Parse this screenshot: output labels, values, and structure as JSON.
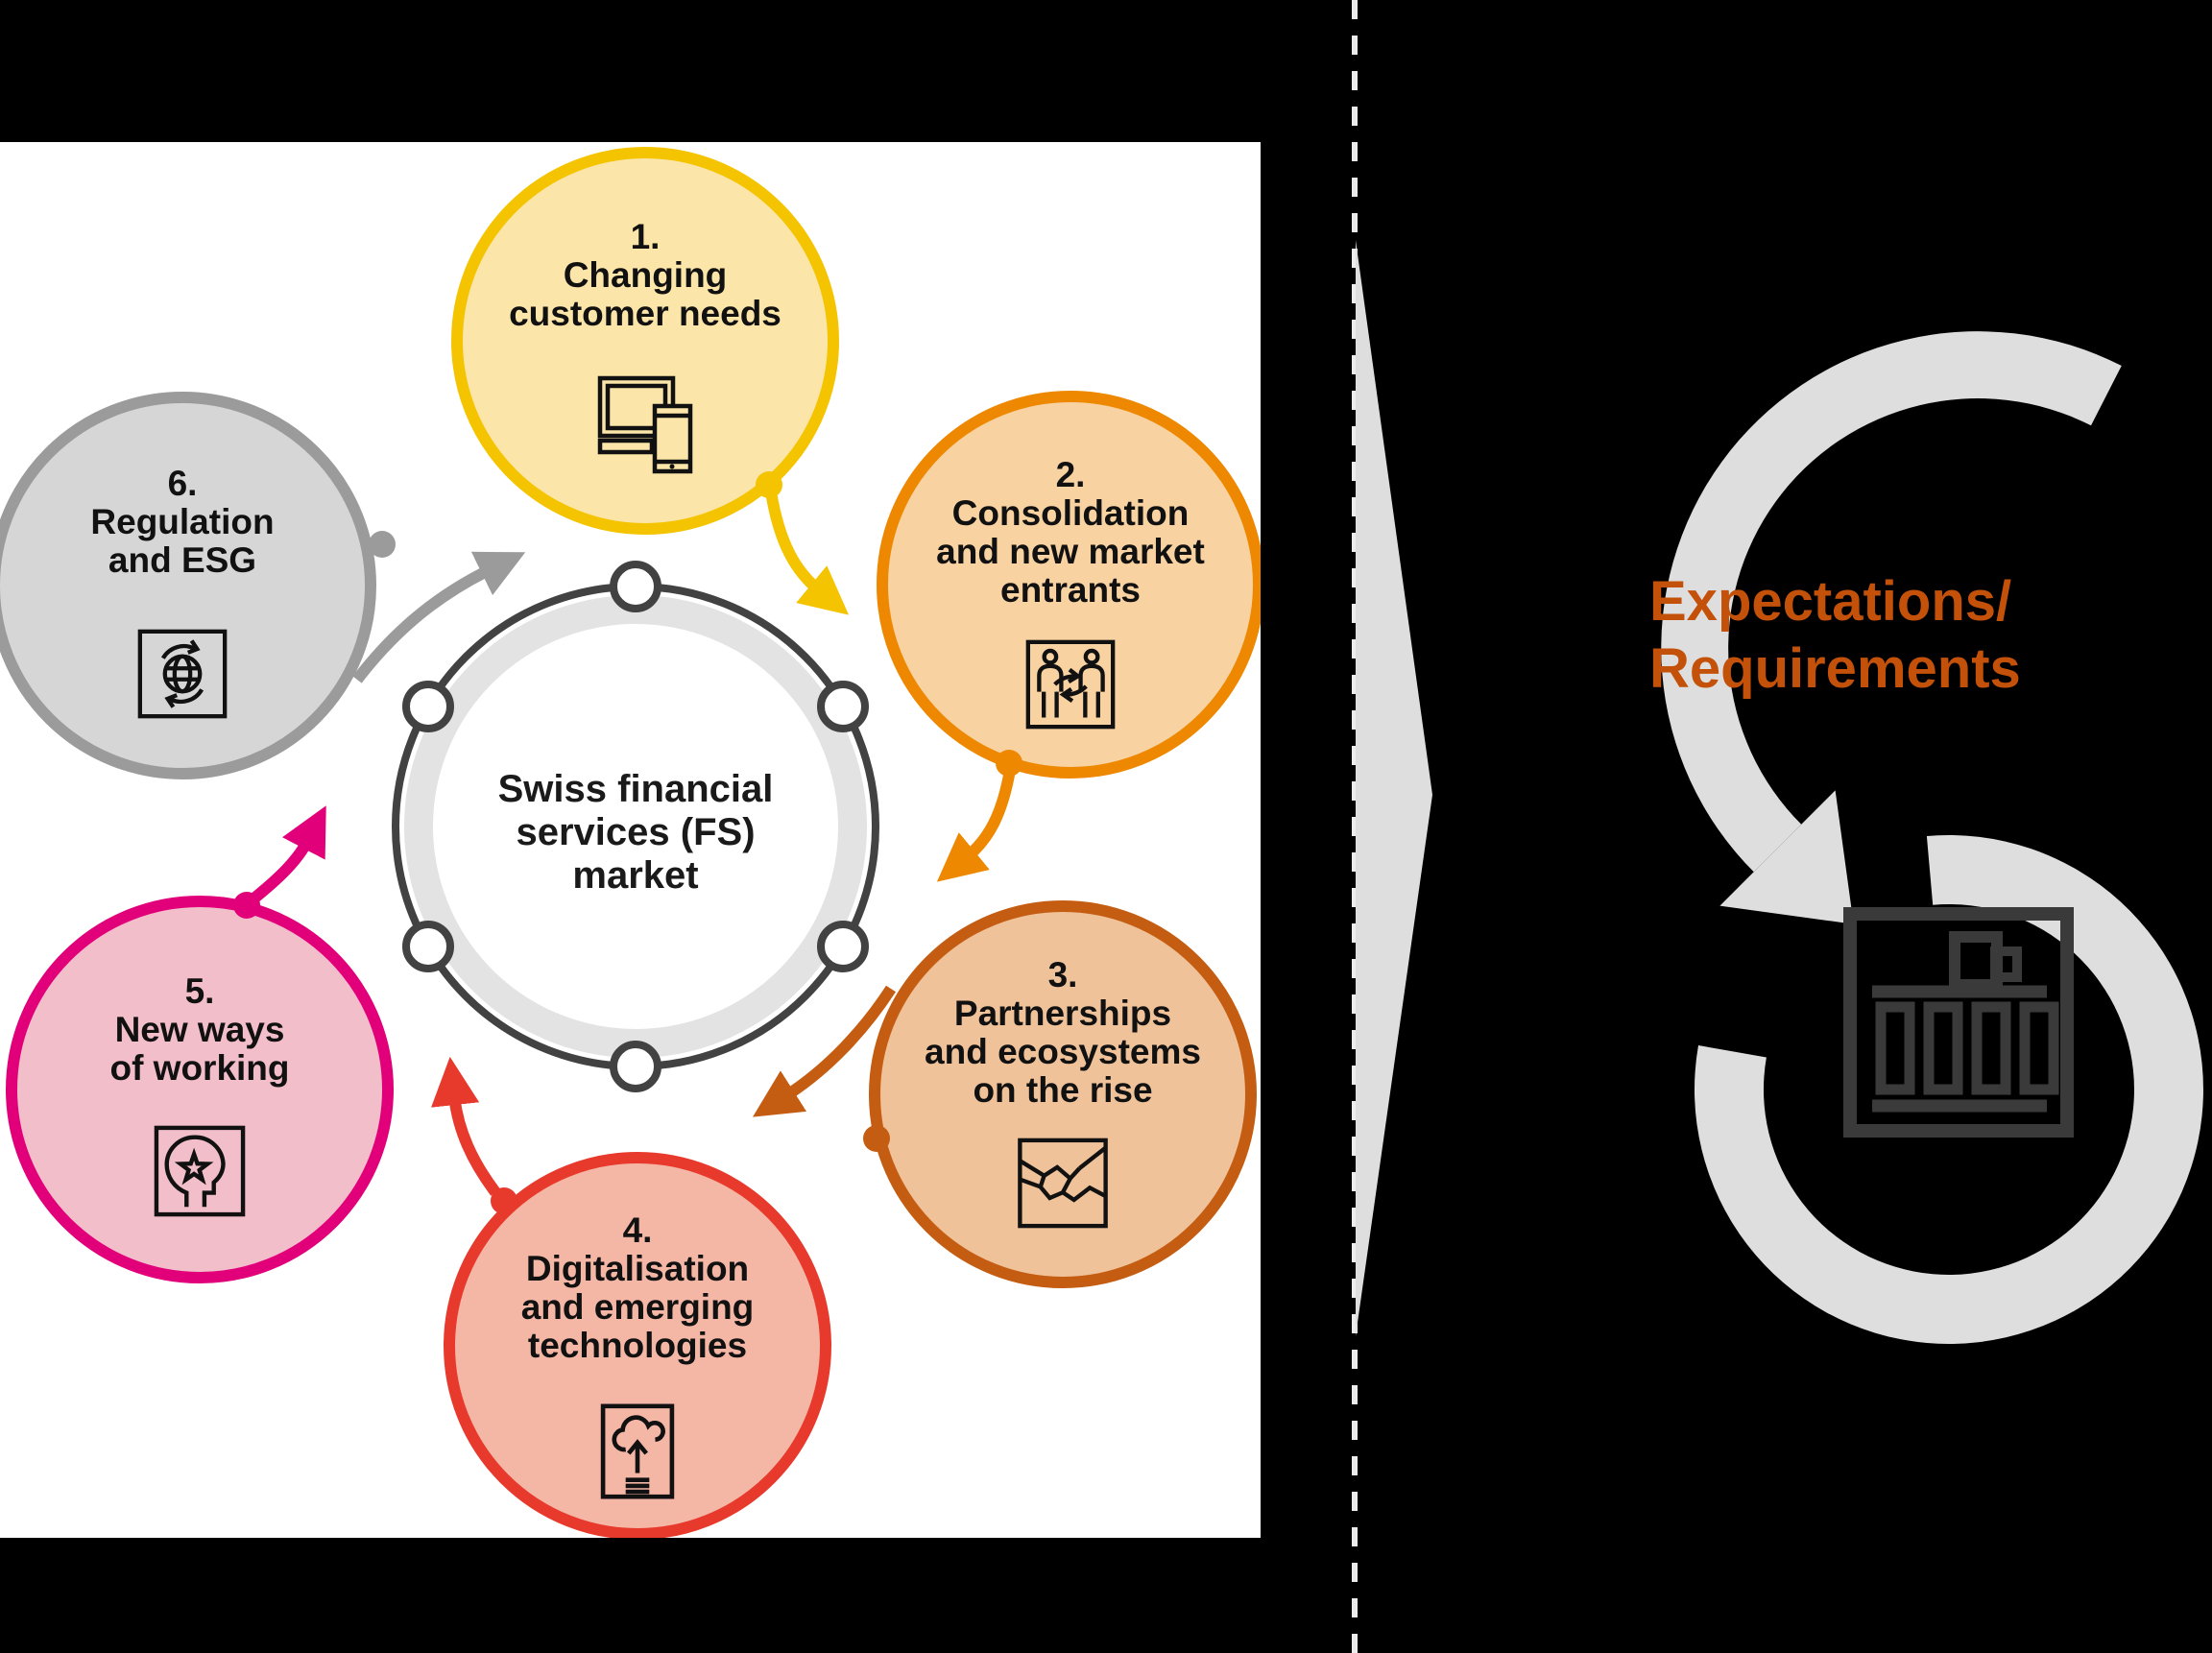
{
  "left_panel": {
    "hub": {
      "title_lines": [
        "Swiss financial",
        "services (FS)",
        "market"
      ],
      "ring_dark_color": "#424242",
      "ring_band_color": "#E3E3E3",
      "node_fill": "#FFFFFF"
    },
    "circles": [
      {
        "number": "1.",
        "label_lines": [
          "Changing",
          "customer needs"
        ],
        "fill": "#FBE5A8",
        "border": "#F5C400",
        "icon": "devices-icon"
      },
      {
        "number": "2.",
        "label_lines": [
          "Consolidation",
          "and new market",
          "entrants"
        ],
        "fill": "#F8D2A1",
        "border": "#EE8800",
        "icon": "people-exchange-icon"
      },
      {
        "number": "3.",
        "label_lines": [
          "Partnerships",
          "and ecosystems",
          "on the rise"
        ],
        "fill": "#EFC29A",
        "border": "#C45D12",
        "icon": "handshake-icon"
      },
      {
        "number": "4.",
        "label_lines": [
          "Digitalisation",
          "and emerging",
          "technologies"
        ],
        "fill": "#F5B7A5",
        "border": "#E8392D",
        "icon": "cloud-upload-icon"
      },
      {
        "number": "5.",
        "label_lines": [
          "New ways",
          "of working"
        ],
        "fill": "#F2BEC9",
        "border": "#E2007A",
        "icon": "head-star-icon"
      },
      {
        "number": "6.",
        "label_lines": [
          "Regulation",
          "and ESG"
        ],
        "fill": "#D6D6D6",
        "border": "#9B9B9B",
        "icon": "globe-sync-icon"
      }
    ]
  },
  "right_panel": {
    "heading_lines": [
      "Expectations/",
      "Requirements"
    ],
    "heading_color": "#C4510A",
    "arrow_color": "#DEDEDE",
    "divider_color": "#ECECEC",
    "chevron_color": "#DEDEDE",
    "bank_icon_color": "#3A3A3A",
    "icon": "bank-icon"
  },
  "colors": {
    "background": "#000000",
    "panel_background": "#FFFFFF",
    "label_text": "#111111",
    "hub_text": "#1A1A1A"
  }
}
